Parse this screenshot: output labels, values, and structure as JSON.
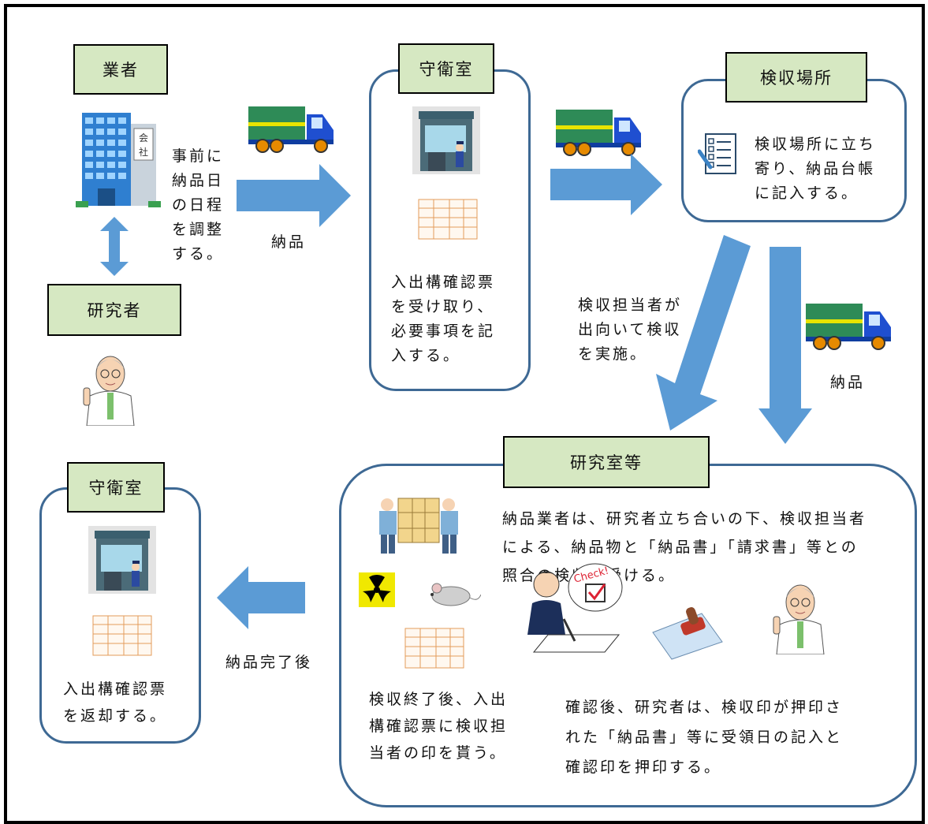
{
  "labels": {
    "vendor": "業者",
    "researcher": "研究者",
    "guard_room": "守衛室",
    "inspection_place": "検収場所",
    "lab": "研究室等",
    "guard_room_return": "守衛室"
  },
  "texts": {
    "vendor_adjust": "事前に\n納品日\nの日程\nを調整\nする。",
    "delivery_1": "納品",
    "guard_form": "入出構確認票\nを受け取り、\n必要事項を記\n入する。",
    "inspection_note": "検収場所に立ち\n寄り、納品台帳\nに記入する。",
    "inspector_visit": "検収担当者が\n出向いて検収\nを実施。",
    "delivery_2": "納品",
    "lab_main": "納品業者は、研究者立ち合いの下、検収担当者\nによる、納品物と「納品書」「請求書」等との\n照合の検収を受ける。",
    "lab_stamp": "検収終了後、入出\n構確認票に検収担\n当者の印を貰う。",
    "lab_confirm": "確認後、研究者は、検収印が押印さ\nれた「納品書」等に受領日の記入と\n確認印を押印する。",
    "after_delivery": "納品完了後",
    "return_form": "入出構確認票\nを返却する。",
    "building_sign": "会社",
    "check_sign": "Check!"
  },
  "colors": {
    "arrow": "#5b9bd5",
    "panel_border": "#3e6994",
    "label_fill": "#d6e8c2",
    "truck_cargo": "#2e8b57",
    "truck_cab": "#1f4fd0"
  }
}
